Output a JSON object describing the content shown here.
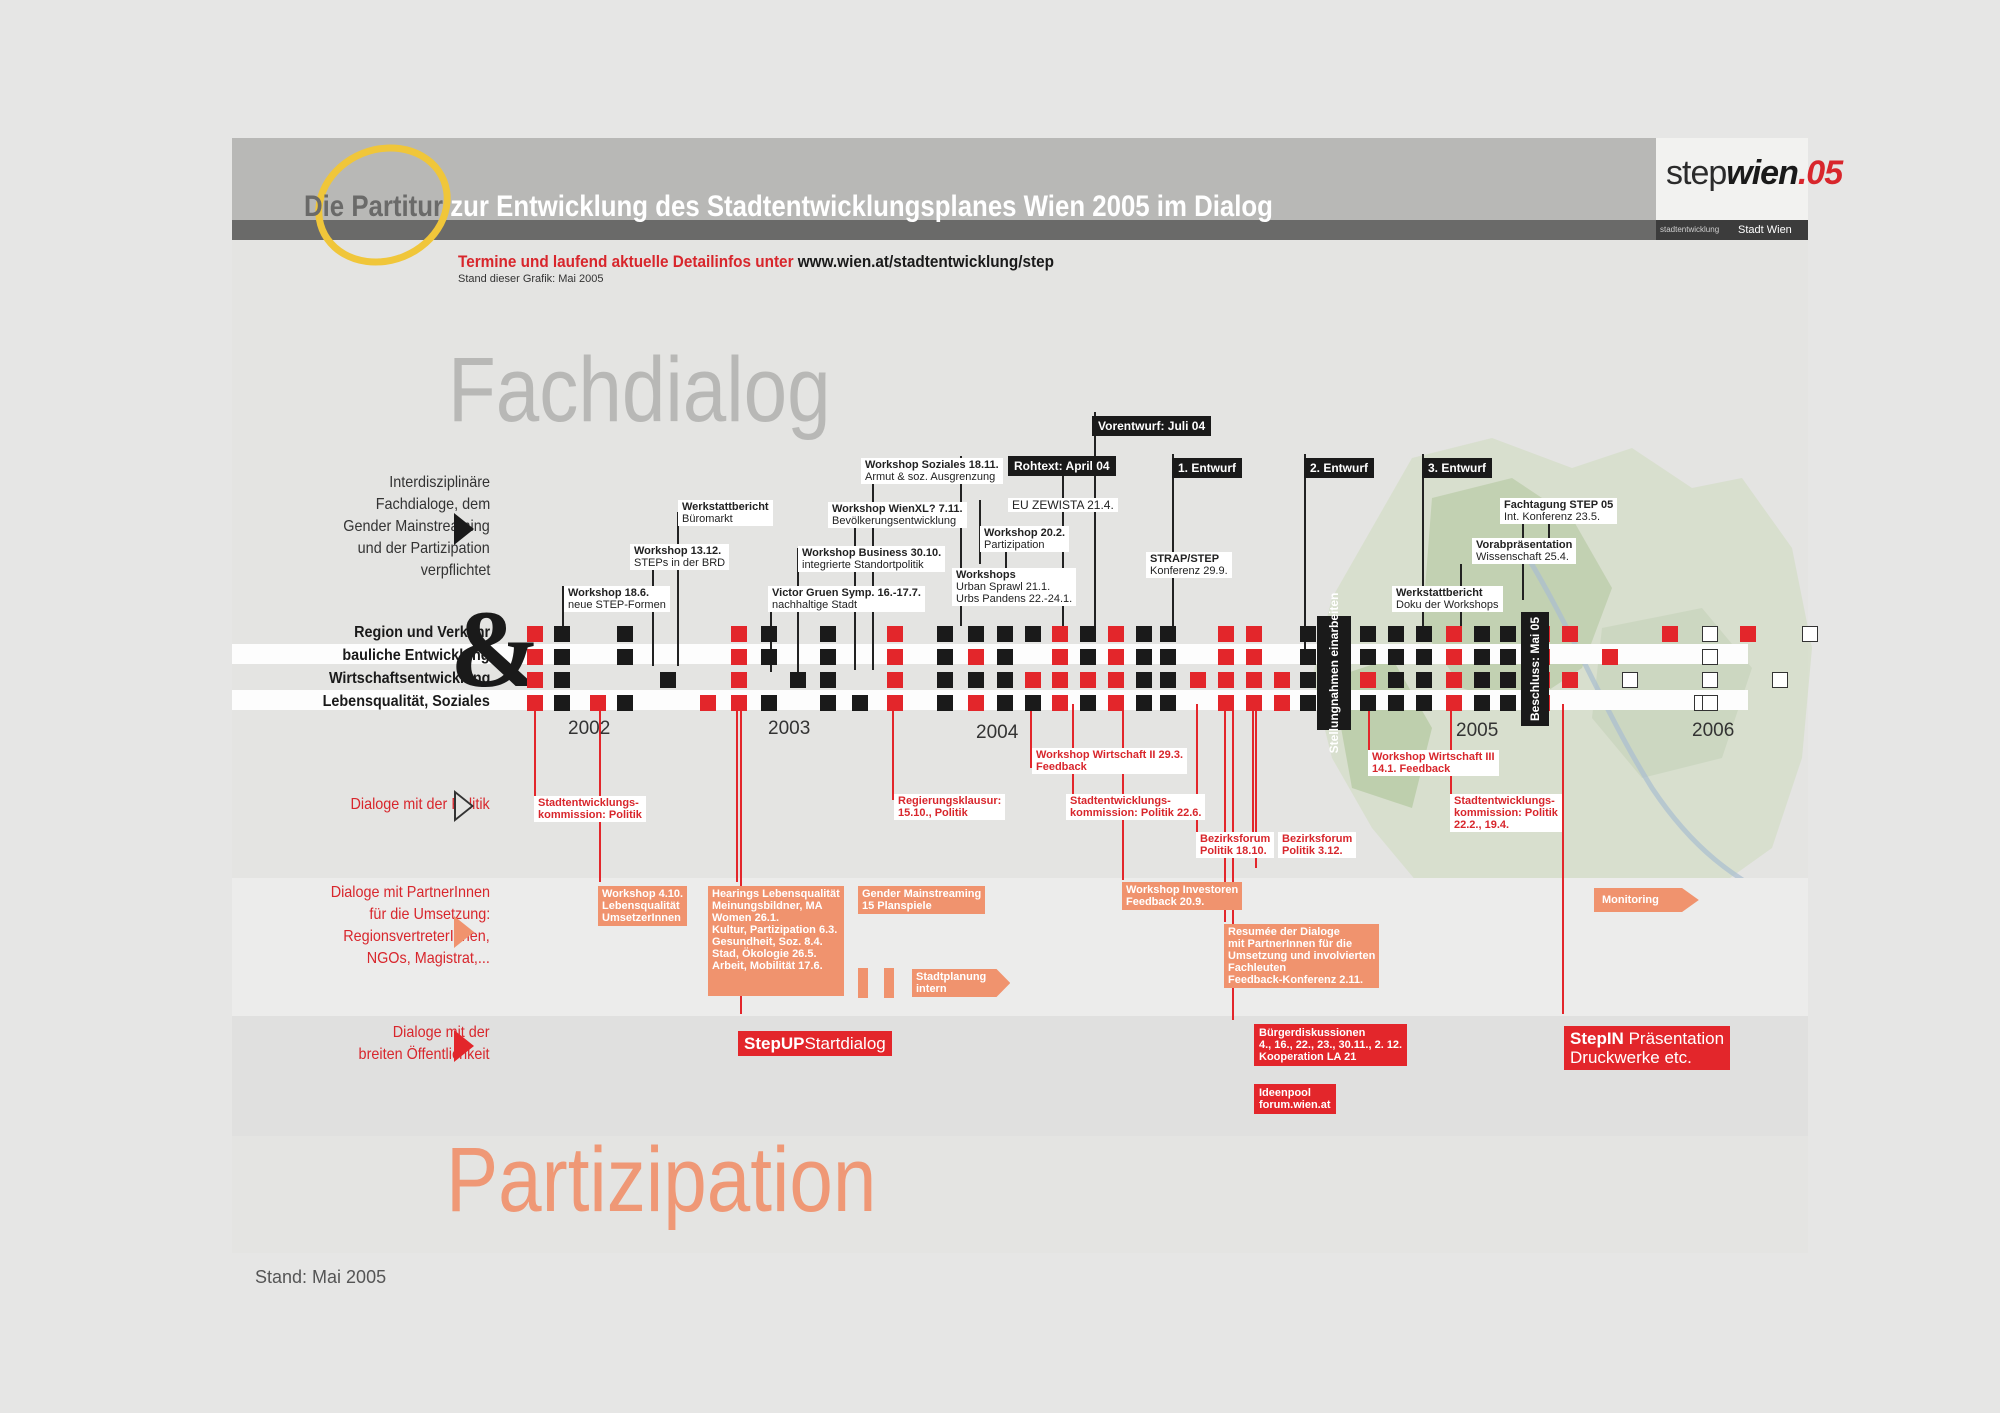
{
  "header": {
    "title_prefix": "Die Partitur",
    "title_main": " zur Entwicklung des Stadtentwicklungsplanes Wien 2005 im Dialog",
    "subtitle_red": "Termine und laufend aktuelle Detailinfos unter ",
    "subtitle_url": "www.wien.at/stadtentwicklung/step",
    "subtitle_stand": "Stand dieser Grafik: Mai 2005",
    "logo_step": "step",
    "logo_wien": "wien",
    "logo_05": ".05",
    "logo_strip_left": "stadtentwicklung",
    "logo_strip_right": "Stadt Wien"
  },
  "sections": {
    "fachdialog": "Fachdialog",
    "partizipation": "Partizipation"
  },
  "left_labels": {
    "interdisziplinaer": [
      "Interdisziplinäre",
      "Fachdialoge, dem",
      "Gender Mainstreaming",
      "und der Partizipation",
      "verpflichtet"
    ],
    "rows": [
      "Region und Verkehr",
      "bauliche Entwicklung",
      "Wirtschaftsentwicklung",
      "Lebensqualität, Soziales"
    ],
    "ampersand": "&",
    "politik": "Dialoge mit der Politik",
    "partner": [
      "Dialoge mit PartnerInnen",
      "für die Umsetzung:",
      "RegionsvertreterInnen,",
      "NGOs, Magistrat,..."
    ],
    "oeffentlichkeit": [
      "Dialoge mit der",
      "breiten Öffentlichkeit"
    ]
  },
  "years": [
    "2002",
    "2003",
    "2004",
    "2005",
    "2006"
  ],
  "milestones": {
    "vorentwurf": "Vorentwurf: Juli 04",
    "rohtext": "Rohtext: April 04",
    "entwurf1": "1. Entwurf",
    "entwurf2": "2. Entwurf",
    "entwurf3": "3. Entwurf",
    "stellungnahmen": "Stellungnahmen einarbeiten",
    "beschluss": "Beschluss: Mai 05"
  },
  "events_top": [
    {
      "title": "Workshop 18.6.",
      "sub": "neue STEP-Formen"
    },
    {
      "title": "Workshop 13.12.",
      "sub": "STEPs in der BRD"
    },
    {
      "title": "Werkstattbericht",
      "sub": "Büromarkt"
    },
    {
      "title": "Victor Gruen Symp. 16.-17.7.",
      "sub": "nachhaltige Stadt"
    },
    {
      "title": "Workshop Business 30.10.",
      "sub": "integrierte Standortpolitik"
    },
    {
      "title": "Workshop WienXL? 7.11.",
      "sub": "Bevölkerungsentwicklung"
    },
    {
      "title": "Workshop Soziales 18.11.",
      "sub": "Armut & soz. Ausgrenzung"
    },
    {
      "title": "Workshops",
      "sub": "Urban Sprawl 21.1.",
      "sub2": "Urbs Pandens 22.-24.1."
    },
    {
      "title": "Workshop 20.2.",
      "sub": "Partizipation"
    },
    {
      "title": "",
      "sub": "EU ZEWISTA 21.4."
    },
    {
      "title": "STRAP/STEP",
      "sub": "Konferenz 29.9."
    },
    {
      "title": "Werkstattbericht",
      "sub": "Doku der Workshops"
    },
    {
      "title": "Vorabpräsentation",
      "sub": "Wissenschaft 25.4."
    },
    {
      "title": "Fachtagung STEP 05",
      "sub": "Int. Konferenz 23.5."
    }
  ],
  "events_politik": [
    {
      "title": "Stadtentwicklungs-",
      "sub": "kommission: Politik"
    },
    {
      "title": "Regierungsklausur:",
      "sub": "15.10., Politik"
    },
    {
      "title": "Workshop Wirtschaft II 29.3.",
      "sub": "Feedback"
    },
    {
      "title": "Stadtentwicklungs-",
      "sub": "kommission: Politik 22.6."
    },
    {
      "title": "Bezirksforum",
      "sub": "Politik 18.10."
    },
    {
      "title": "Bezirksforum",
      "sub": "Politik 3.12."
    },
    {
      "title": "Workshop Wirtschaft III",
      "sub": "14.1. Feedback"
    },
    {
      "title": "Stadtentwicklungs-",
      "sub": "kommission: Politik",
      "sub2": "22.2., 19.4."
    }
  ],
  "events_partner": [
    {
      "text": "Workshop 4.10.\nLebensqualität\nUmsetzerInnen"
    },
    {
      "text": "Hearings Lebensqualität\nMeinungsbildner, MA\nWomen 26.1.\nKultur, Partizipation 6.3.\nGesundheit, Soz. 8.4.\nStad, Ökologie 26.5.\nArbeit, Mobilität 17.6."
    },
    {
      "text": "Gender Mainstreaming\n15 Planspiele"
    },
    {
      "text": "Stadtplanung\nintern"
    },
    {
      "text": "Workshop Investoren\nFeedback 20.9."
    },
    {
      "text": "Resumée der Dialoge\nmit PartnerInnen für die\nUmsetzung und involvierten\nFachleuten\nFeedback-Konferenz 2.11."
    },
    {
      "text": "Monitoring"
    }
  ],
  "events_public": [
    {
      "bold": "StepUP",
      "rest": "Startdialog"
    },
    {
      "text": "Bürgerdiskussionen\n4., 16., 22., 23., 30.11., 2. 12.\nKooperation LA 21"
    },
    {
      "text": "Ideenpool\nforum.wien.at"
    },
    {
      "bold": "StepIN",
      "rest": " Präsentation\nDruckwerke etc."
    }
  ],
  "footer": {
    "stand": "Stand: Mai 2005"
  },
  "colors": {
    "red": "#e3262b",
    "black": "#1a1a1a",
    "salmon": "#f0936e",
    "grey_bar": "#b8b8b6",
    "ring": "#f0c63a"
  }
}
